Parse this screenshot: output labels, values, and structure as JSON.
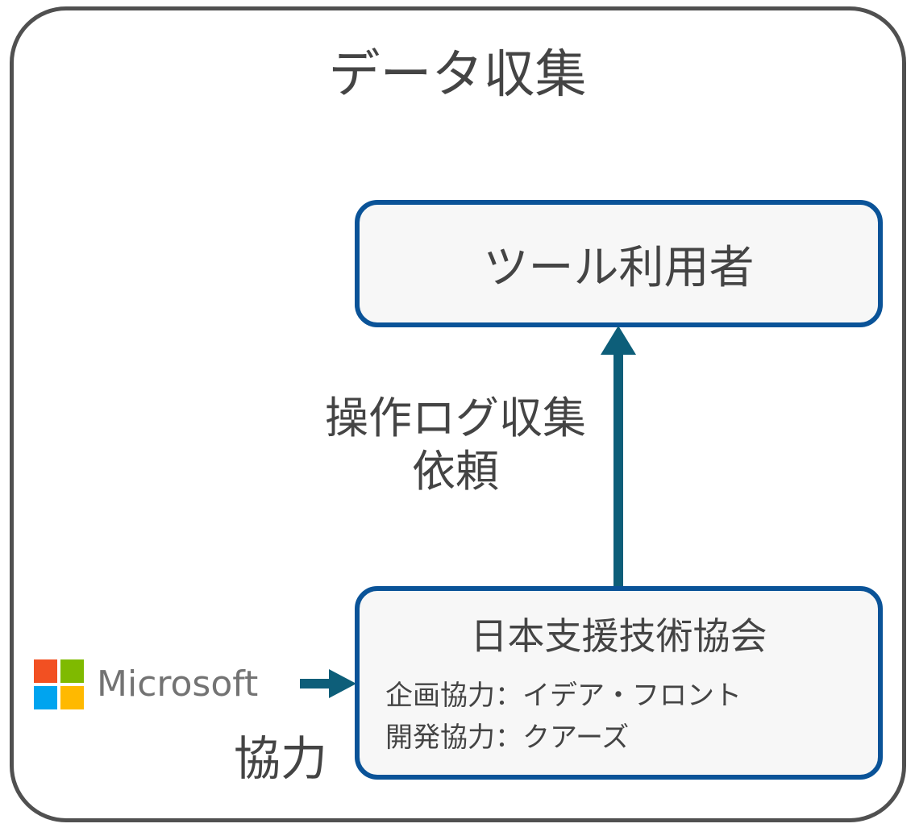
{
  "frame": {
    "title": "データ収集"
  },
  "user_box": {
    "label": "ツール利用者"
  },
  "arrow": {
    "label_line1": "操作ログ収集",
    "label_line2": "依頼"
  },
  "org_box": {
    "title": "日本支援技術協会",
    "line1": "企画協力：イデア・フロント",
    "line2": "開発協力：クアーズ"
  },
  "partner": {
    "wordmark": "Microsoft",
    "relation_label": "協力",
    "logo_colors": [
      "#f25022",
      "#7fba00",
      "#00a4ef",
      "#ffb900"
    ]
  },
  "colors": {
    "box_border": "#0a5398",
    "arrow": "#0d5e79",
    "frame_border": "#505050"
  }
}
